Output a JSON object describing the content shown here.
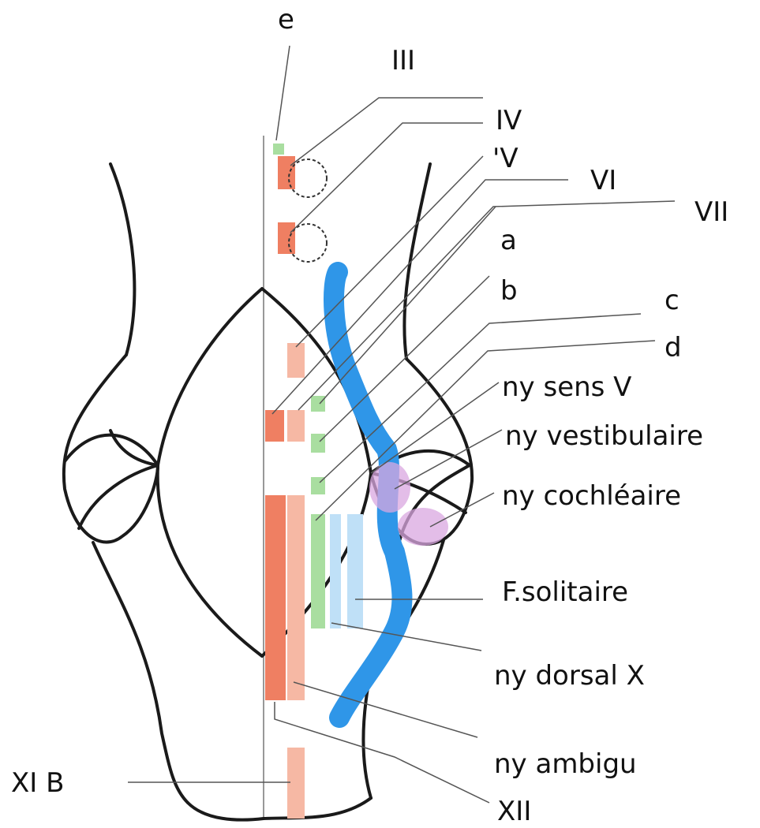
{
  "labels": {
    "e": "e",
    "iii": "III",
    "iv": "IV",
    "v": "'V",
    "vi": "VI",
    "vii": "VII",
    "a": "a",
    "b": "b",
    "c": "c",
    "d": "d",
    "ny_sens_v": "ny sens V",
    "ny_vestibulaire": "ny vestibulaire",
    "ny_cochleaire": "ny cochléaire",
    "f_solitaire": "F.solitaire",
    "ny_dorsal_x": "ny dorsal X",
    "ny_ambigu": "ny ambigu",
    "xi_b": "XI B",
    "xii": "XII"
  },
  "colors": {
    "outline": "#1a1a1a",
    "motor_nucleus": "#ef7f62",
    "motor_nucleus_light": "#f6b8a4",
    "sensory_green": "#a9dea0",
    "sensory_blue": "#2f96e8",
    "sensory_blue_light": "#bfe0f7",
    "vestibular_purple": "#d9a7e0",
    "leader_line": "#555555"
  }
}
